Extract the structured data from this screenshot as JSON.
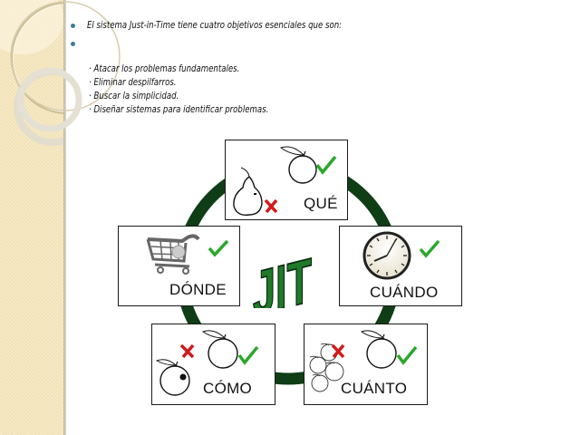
{
  "slide": {
    "bullets": [
      {
        "text": "El sistema Just-in-Time tiene cuatro objetivos esenciales que son:"
      },
      {
        "text": ""
      }
    ],
    "objectives": [
      "· Atacar los problemas fundamentales.",
      "· Eliminar despilfarros.",
      "· Buscar la simplicidad.",
      "· Diseñar sistemas para identificar problemas."
    ]
  },
  "diagram": {
    "center_label": "JIT",
    "boxes": [
      {
        "id": "que",
        "label": "QUÉ",
        "icons": [
          "pear-icon",
          "red-cross-icon",
          "apple-icon",
          "green-check-icon"
        ]
      },
      {
        "id": "donde",
        "label": "DÓNDE",
        "icons": [
          "shopping-cart-icon",
          "green-check-icon"
        ]
      },
      {
        "id": "cuando",
        "label": "CUÁNDO",
        "icons": [
          "clock-icon",
          "green-check-icon"
        ]
      },
      {
        "id": "como",
        "label": "CÓMO",
        "icons": [
          "bruised-apple-icon",
          "red-cross-icon",
          "apple-icon",
          "green-check-icon"
        ]
      },
      {
        "id": "cuanto",
        "label": "CUÁNTO",
        "icons": [
          "apple-pile-icon",
          "red-cross-icon",
          "apple-icon",
          "green-check-icon"
        ]
      }
    ],
    "colors": {
      "ring": "#0f3d16",
      "jit_fill": "#1f7a2a",
      "check": "#2aa82a",
      "cross": "#d11a1a",
      "bullet": "#3b7d96",
      "sidebar": "#f2e2b6"
    }
  }
}
